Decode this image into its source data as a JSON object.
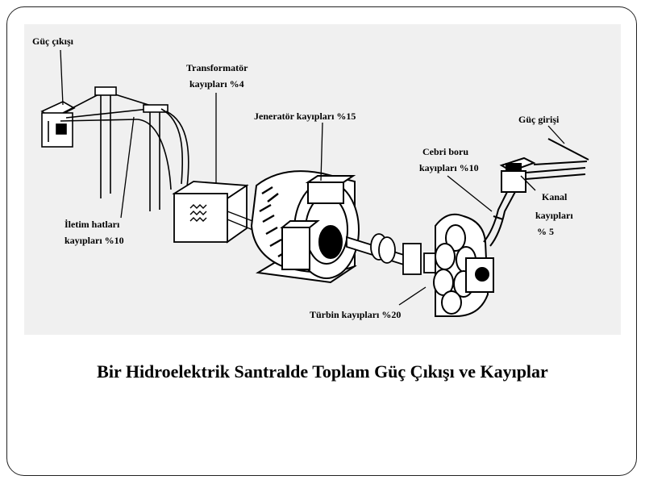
{
  "caption": "Bir Hidroelektrik Santralde Toplam Güç Çıkışı ve Kayıplar",
  "labels": {
    "power_output": "Güç çıkışı",
    "transformer_l1": "Transformatör",
    "transformer_l2": "kayıpları %4",
    "generator": "Jeneratör kayıpları %15",
    "transmission_l1": "İletim hatları",
    "transmission_l2": "kayıpları %10",
    "penstock_l1": "Cebri boru",
    "penstock_l2": "kayıpları %10",
    "power_input": "Güç girişi",
    "canal_l1": "Kanal",
    "canal_l2": "kayıpları",
    "canal_l3": "% 5",
    "turbine": "Türbin kayıpları %20"
  },
  "colors": {
    "ink": "#000000",
    "panel": "#f0f0f0",
    "background": "#ffffff"
  }
}
